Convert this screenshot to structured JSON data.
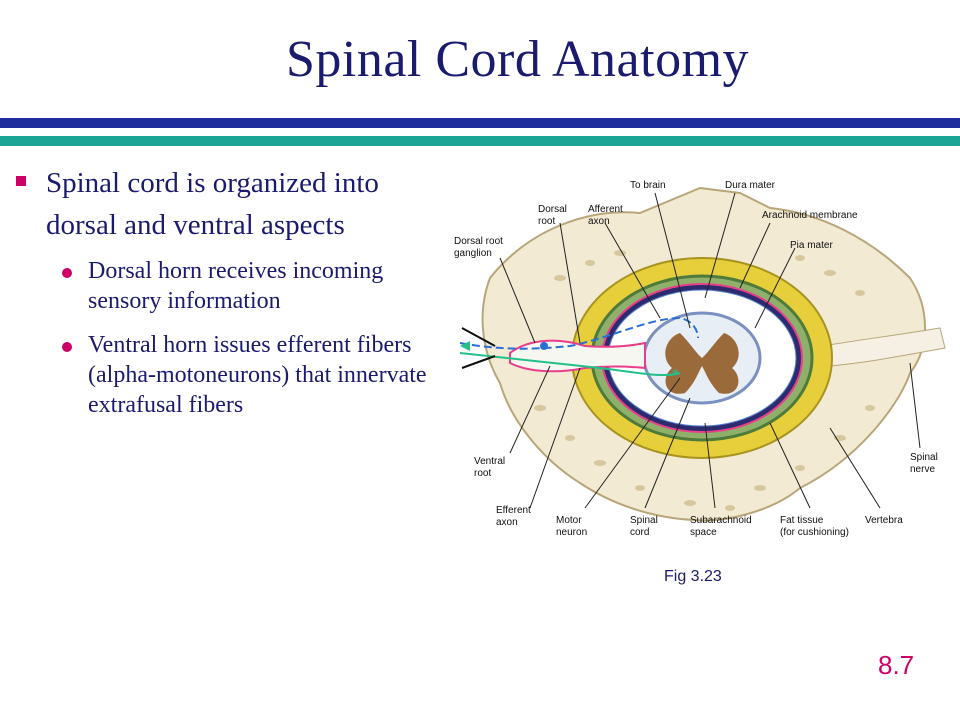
{
  "slide": {
    "title": "Spinal Cord Anatomy",
    "page_number": "8.7"
  },
  "colors": {
    "title": "#1a1a6e",
    "rule_navy": "#1f2d9c",
    "rule_teal": "#1aa595",
    "bullet_l1": "#cc0066",
    "bullet_l2": "#cc0066",
    "page_number": "#cc0066"
  },
  "bullets": [
    {
      "text": "Spinal cord is organized into dorsal and ventral aspects",
      "sub": [
        {
          "text": "Dorsal horn receives incoming sensory information"
        },
        {
          "text": "Ventral horn issues efferent fibers (alpha-motoneurons) that innervate extrafusal fibers"
        }
      ]
    }
  ],
  "figure": {
    "caption": "Fig 3.23",
    "labels": {
      "to_brain": "To brain",
      "dura_mater": "Dura mater",
      "dorsal_root": [
        "Dorsal",
        "root"
      ],
      "afferent_axon": [
        "Afferent",
        "axon"
      ],
      "arachnoid_membrane": "Arachnoid membrane",
      "dorsal_root_ganglion": [
        "Dorsal root",
        "ganglion"
      ],
      "pia_mater": "Pia mater",
      "ventral_root": [
        "Ventral",
        "root"
      ],
      "spinal_nerve": [
        "Spinal",
        "nerve"
      ],
      "efferent_axon": [
        "Efferent",
        "axon"
      ],
      "motor_neuron": [
        "Motor",
        "neuron"
      ],
      "spinal_cord": [
        "Spinal",
        "cord"
      ],
      "subarachnoid_space": [
        "Subarachnoid",
        "space"
      ],
      "fat_tissue": [
        "Fat tissue",
        "(for cushioning)"
      ],
      "vertebra": "Vertebra"
    }
  }
}
